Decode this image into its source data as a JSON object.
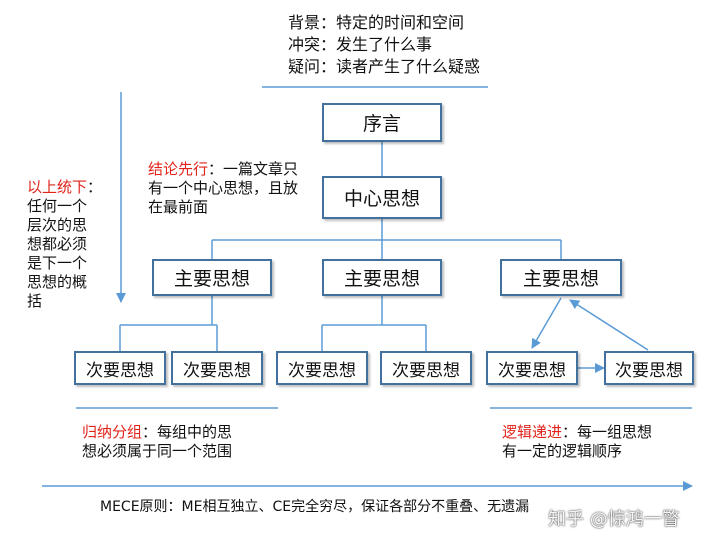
{
  "context": {
    "line1": "背景：特定的时间和空间",
    "line2": "冲突：发生了什么事",
    "line3": "疑问：读者产生了什么疑惑"
  },
  "boxes": {
    "preface": "序言",
    "central": "中心思想",
    "main": [
      "主要思想",
      "主要思想",
      "主要思想"
    ],
    "sub": [
      "次要思想",
      "次要思想",
      "次要思想",
      "次要思想",
      "次要思想",
      "次要思想"
    ]
  },
  "notes": {
    "conclusion_first": {
      "label": "结论先行",
      "text1": "：一篇文章只",
      "text2": "有一个中心思想，且放",
      "text3": "在最前面"
    },
    "top_down": {
      "label": "以上统下",
      "colon": "：",
      "lines": [
        "任何一个",
        "层次的思",
        "想都必须",
        "是下一个",
        "思想的概",
        "括"
      ]
    },
    "grouping": {
      "label": "归纳分组",
      "text1": "：每组中的思",
      "text2": "想必须属于同一个范围"
    },
    "progression": {
      "label": "逻辑递进",
      "text1": "：每一组思想",
      "text2": "有一定的逻辑顺序"
    }
  },
  "mece": "MECE原则：ME相互独立、CE完全穷尽，保证各部分不重叠、无遗漏",
  "watermark": "知乎 @惊鸿一瞥",
  "colors": {
    "box_border": "#41719c",
    "connector": "#5b9bd5",
    "highlight": "#e0241b"
  }
}
